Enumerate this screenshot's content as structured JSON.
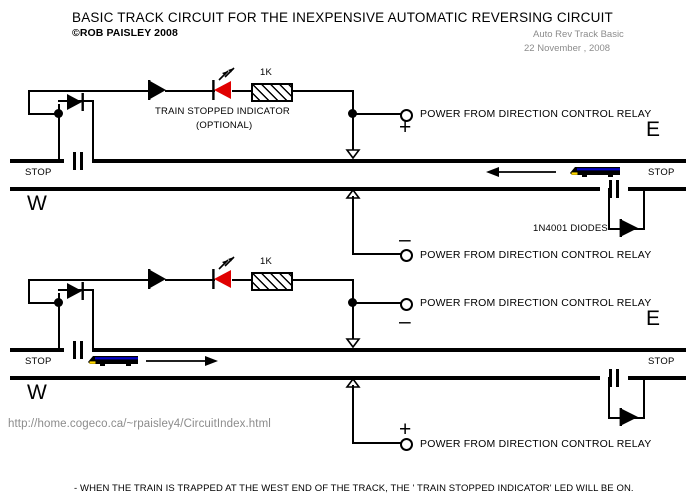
{
  "header": {
    "title": "BASIC TRACK CIRCUIT FOR THE INEXPENSIVE AUTOMATIC REVERSING CIRCUIT",
    "copyright": "©ROB PAISLEY 2008",
    "doc_name": "Auto Rev Track Basic",
    "doc_date": "22 November , 2008"
  },
  "labels": {
    "resistor": "1K",
    "indicator_line1": "TRAIN STOPPED INDICATOR",
    "indicator_line2": "(OPTIONAL)",
    "power_relay": "POWER FROM DIRECTION CONTROL RELAY",
    "plus": "+",
    "minus": "–",
    "stop": "STOP",
    "east": "E",
    "west": "W",
    "diodes": "1N4001 DIODES"
  },
  "footer": {
    "url": "http://home.cogeco.ca/~rpaisley4/CircuitIndex.html",
    "caption": "- WHEN THE TRAIN IS TRAPPED AT THE WEST END OF THE TRACK, THE ' TRAIN STOPPED INDICATOR' LED WILL BE ON."
  },
  "colors": {
    "wire": "#000000",
    "led": "#e00000",
    "gray_text": "#8c8c8c",
    "train_body": "#000000",
    "train_stripe": "#0000c8",
    "train_accent": "#ffd800"
  }
}
